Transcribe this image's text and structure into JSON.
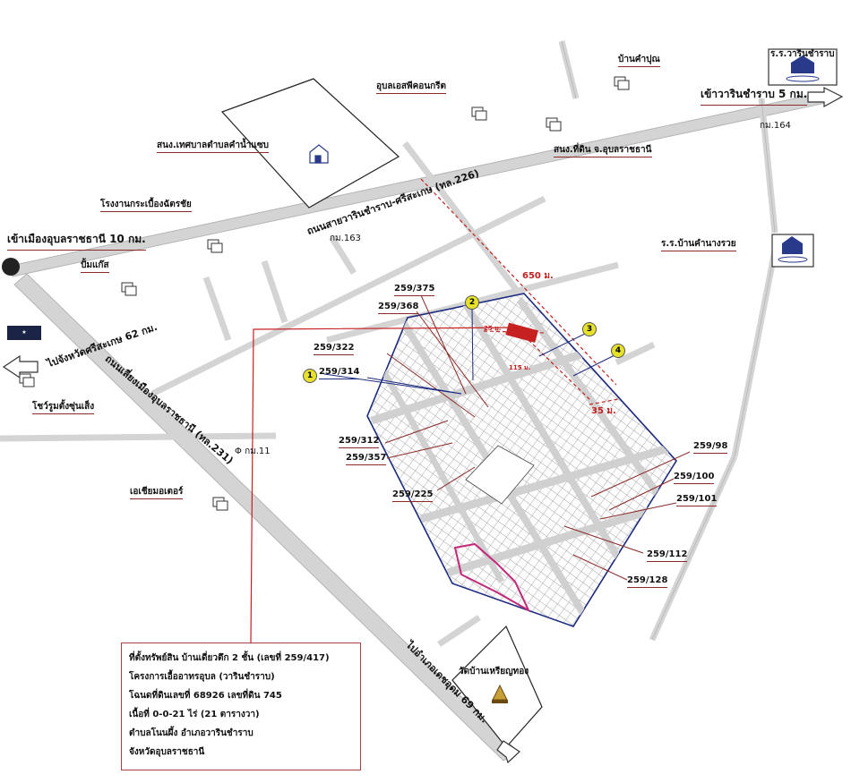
{
  "landmarks": {
    "baan_kam_pun": "บ้านคำปุณ",
    "school_warin": "ร.ร.วารินชำราบ",
    "ubon_sp_concrete": "อุบลเอสพีคอนกรีต",
    "to_warin": "เข้าวารินชำราบ 5 กม.",
    "km164": "กม.164",
    "tambon_office": "สนง.เทศบาลตำบลคำน้ำแซบ",
    "land_office": "สนง.ที่ดิน จ.อุบลราชธานี",
    "tile_factory": "โรงงานกระเบื้องฉัตรชัย",
    "to_ubon_city": "เข้าเมืองอุบลราชธานี 10 กม.",
    "km163": "กม.163",
    "school_kam_nang_ruay": "ร.ร.บ้านคำนางรวย",
    "gas_station": "ปั้มแก๊ส",
    "to_sisaket": "ไปจังหวัดศรีสะเกษ 62 กม.",
    "showroom": "โชว์รูมตั้งซุ่นเส็ง",
    "km11": "กม.11",
    "asia_motor": "เอเชียมอเตอร์",
    "temple": "วัดบ้านเหรียญทอง",
    "to_det_udom": "ไปอำเภอเดชอุดม 69 กม."
  },
  "roads": {
    "road_226": "ถนนสายวารินชำราบ-ศรีสะเกษ (ทล.226)",
    "road_231": "ถนนเลี่ยงเมืองอุบลราชธานี (ทล.231)"
  },
  "distances": {
    "d650": "650 ม.",
    "d35": "35 ม.",
    "d_small_a": "25 ม.",
    "d_small_b": "115 ม."
  },
  "markers": [
    "1",
    "2",
    "3",
    "4"
  ],
  "plots": {
    "p259_375": "259/375",
    "p259_368": "259/368",
    "p259_322": "259/322",
    "p259_314": "259/314",
    "p259_312": "259/312",
    "p259_357": "259/357",
    "p259_225": "259/225",
    "p259_98": "259/98",
    "p259_100": "259/100",
    "p259_101": "259/101",
    "p259_112": "259/112",
    "p259_128": "259/128"
  },
  "infobox": {
    "line1": "ที่ตั้งทรัพย์สิน บ้านเดี่ยวตึก 2 ชั้น (เลขที่ 259/417)",
    "line2": "โครงการเอื้ออาทรอุบล (วารินชำราบ)",
    "line3": "โฉนดที่ดินเลขที่ 68926 เลขที่ดิน 745",
    "line4": "เนื้อที่ 0-0-21 ไร่ (21 ตารางวา)",
    "line5": "ตำบลโนนผึ้ง อำเภอวารินชำราบ",
    "line6": "จังหวัดอุบลราชธานี"
  },
  "colors": {
    "road_fill": "#d4d4d4",
    "road_edge": "#b5b5b5",
    "red": "#c62020",
    "blue_boundary": "#1c2a80",
    "marker_yellow": "#e8e12a",
    "magenta": "#c4287a"
  }
}
